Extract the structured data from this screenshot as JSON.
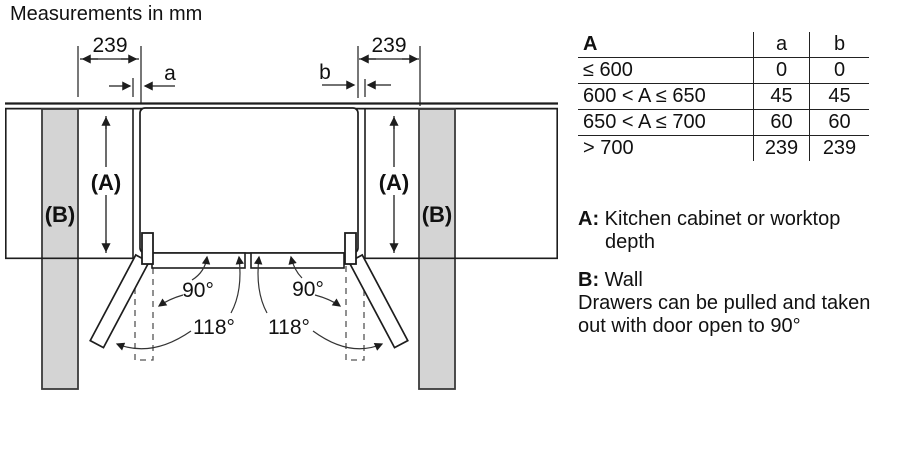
{
  "title": "Measurements in mm",
  "diagram": {
    "dim_239": "239",
    "dim_a": "a",
    "dim_b": "b",
    "label_cabinet_depth": "(A)",
    "label_wall": "(B)",
    "angle_90": "90°",
    "angle_118": "118°",
    "colors": {
      "wall_fill": "#d4d4d4",
      "line": "#1d1d1d"
    }
  },
  "table": {
    "headers": [
      "A",
      "a",
      "b"
    ],
    "rows": [
      [
        "≤ 600",
        "0",
        "0"
      ],
      [
        "600 < A ≤ 650",
        "45",
        "45"
      ],
      [
        "650 < A ≤ 700",
        "60",
        "60"
      ],
      [
        "> 700",
        "239",
        "239"
      ]
    ]
  },
  "legend": {
    "a_label": "A:",
    "a_line1": "Kitchen cabinet or worktop",
    "a_line2": "depth",
    "b_label": "B:",
    "b_text": "Wall",
    "note_line1": "Drawers can be pulled and taken",
    "note_line2": "out with door open to 90°"
  }
}
